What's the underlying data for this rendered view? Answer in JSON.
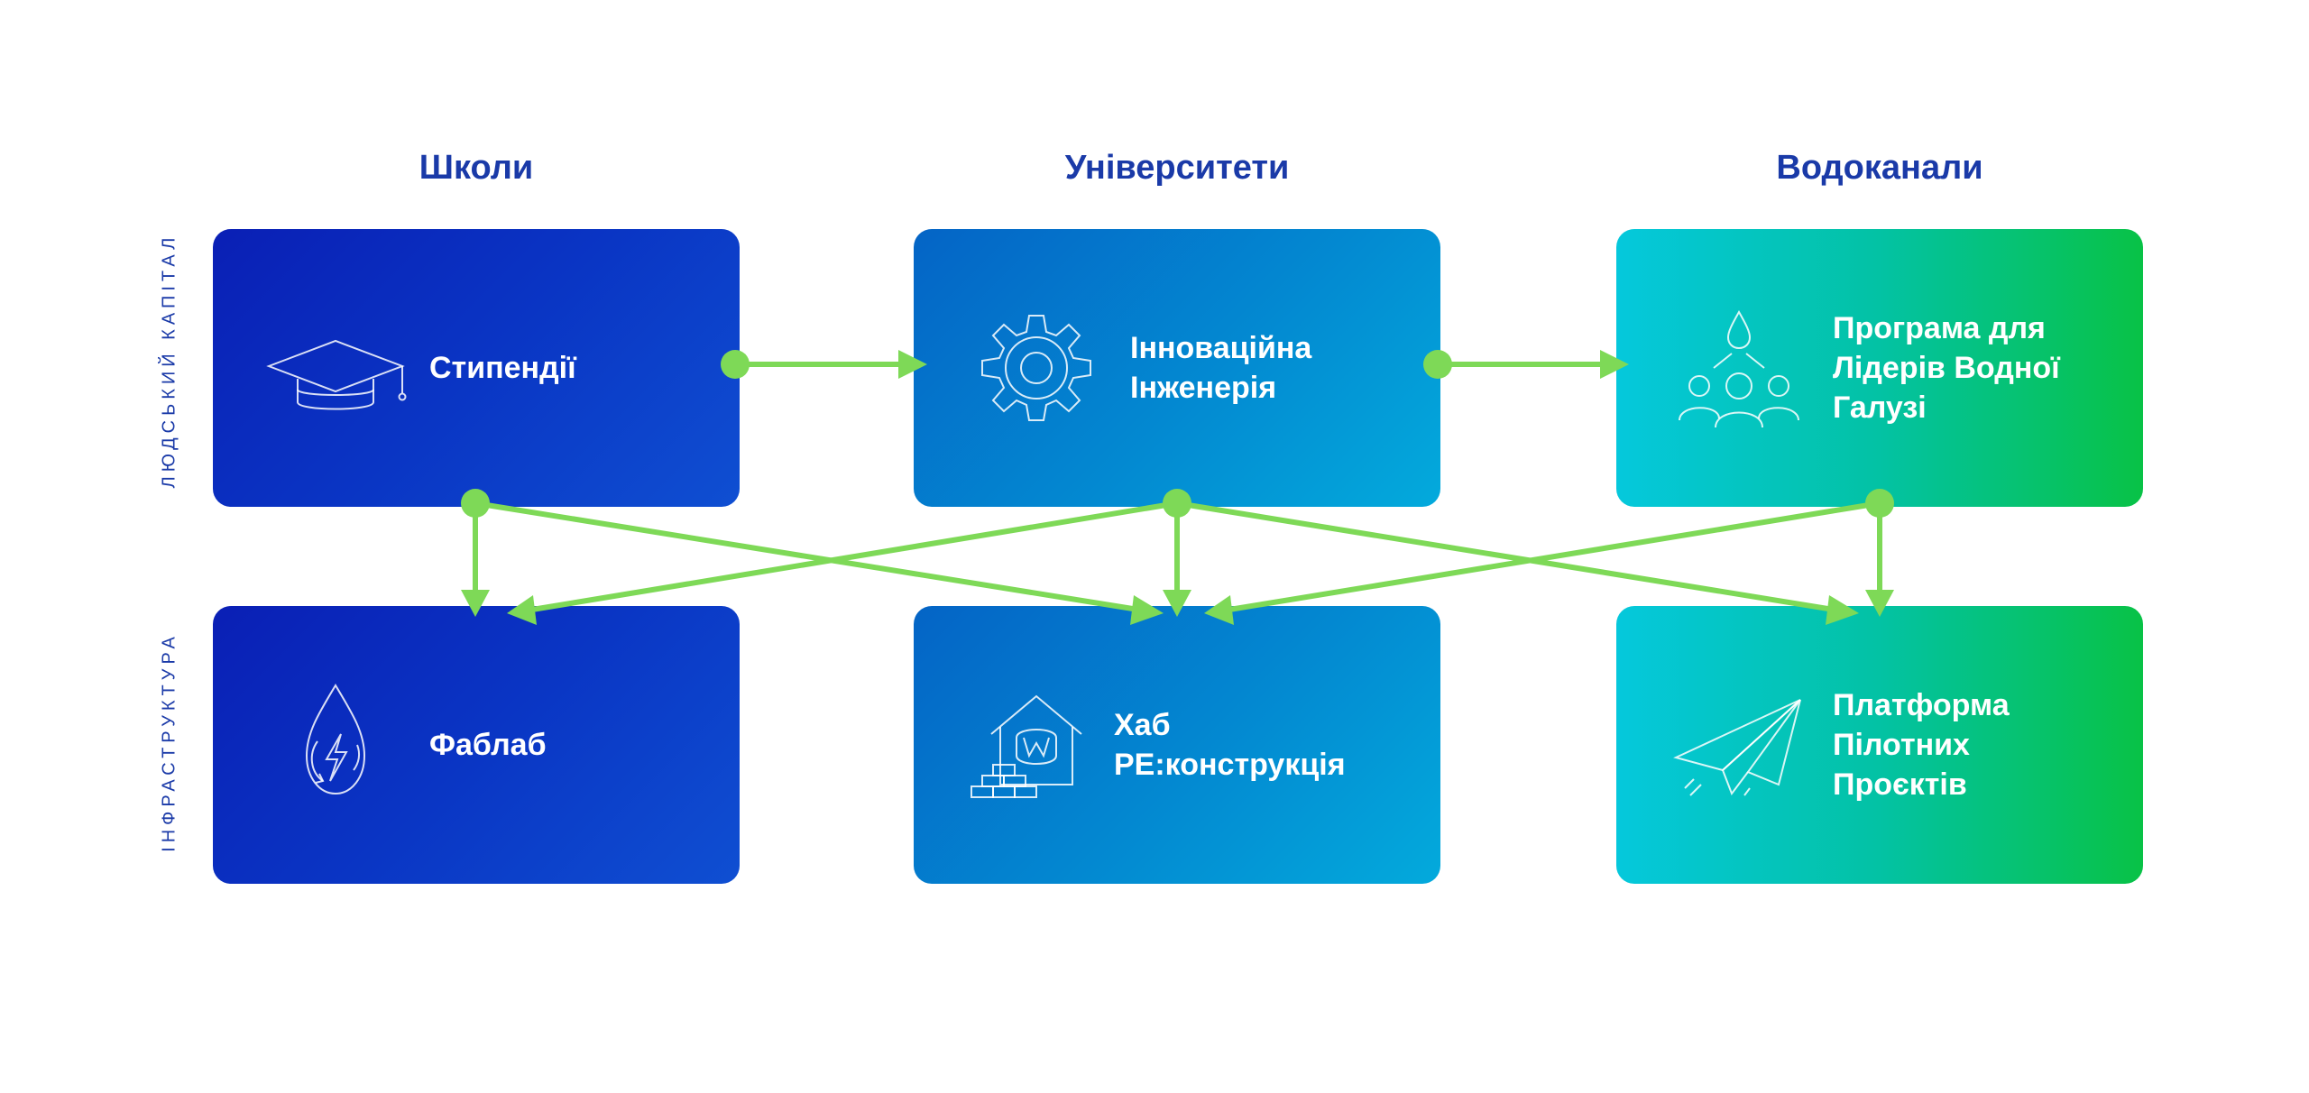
{
  "columns": [
    {
      "title": "Школи"
    },
    {
      "title": "Університети"
    },
    {
      "title": "Водоканали"
    }
  ],
  "rows": {
    "human_capital": "ЛЮДСЬКИЙ КАПІТАЛ",
    "infrastructure": "ІНФРАСТРУКТУРА"
  },
  "boxes": {
    "scholarships": {
      "label": "Стипендії",
      "icon": "graduation-cap-icon"
    },
    "innovative_engineering": {
      "label": "Інноваційна\nІнженерія",
      "icon": "gear-icon"
    },
    "water_leaders": {
      "label": "Програма для\nЛідерів Водної\nГалузі",
      "icon": "people-water-drop-icon"
    },
    "fablab": {
      "label": "Фаблаб",
      "icon": "water-drop-energy-icon"
    },
    "hub": {
      "label": "Хаб\nРЕ:конструкція",
      "icon": "house-bricks-icon"
    },
    "pilot_platform": {
      "label": "Платформа\nПілотних\nПроєктів",
      "icon": "paper-plane-icon"
    }
  },
  "colors": {
    "title_blue": "#1a3aa8",
    "connector_green": "#7ed957",
    "col1_blue": "#0a2fbf",
    "col2_blue": "#0389d1",
    "col3_green": "#05c490"
  },
  "connections": [
    {
      "from": "scholarships",
      "to": "innovative_engineering"
    },
    {
      "from": "innovative_engineering",
      "to": "water_leaders"
    },
    {
      "from": "scholarships",
      "to": "fablab"
    },
    {
      "from": "scholarships",
      "to": "hub"
    },
    {
      "from": "innovative_engineering",
      "to": "fablab"
    },
    {
      "from": "innovative_engineering",
      "to": "hub"
    },
    {
      "from": "innovative_engineering",
      "to": "pilot_platform"
    },
    {
      "from": "water_leaders",
      "to": "hub"
    },
    {
      "from": "water_leaders",
      "to": "pilot_platform"
    }
  ]
}
